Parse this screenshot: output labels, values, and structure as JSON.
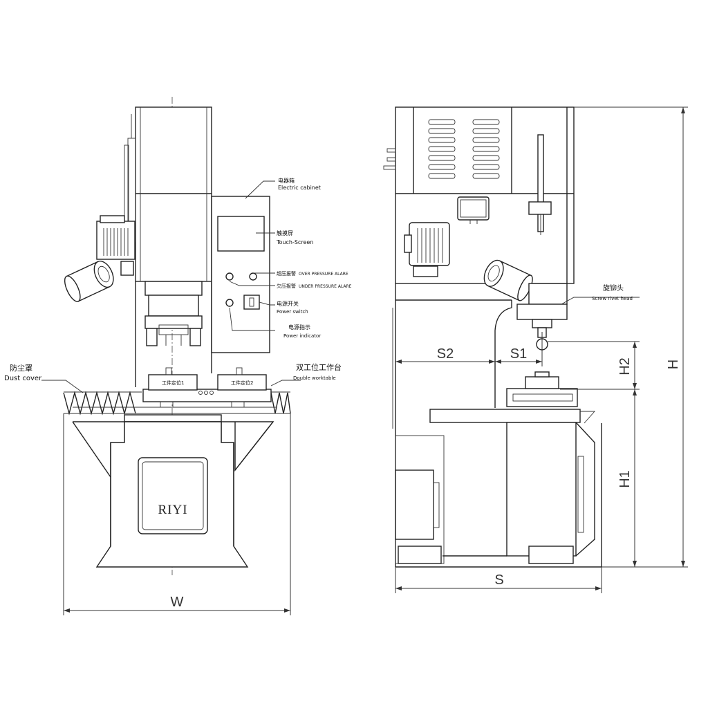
{
  "front_view": {
    "labels": {
      "electric_cabinet_cn": "电器箱",
      "electric_cabinet_en": "Electric cabinet",
      "touch_screen_cn": "触摸屏",
      "touch_screen_en": "Touch-Screen",
      "over_pressure_cn": "超压报警",
      "over_pressure_en": "OVER PRESSURE ALARE",
      "under_pressure_cn": "欠压报警",
      "under_pressure_en": "UNDER PRESSURE ALARE",
      "power_switch_cn": "电源开关",
      "power_switch_en": "Power switch",
      "power_indicator_cn": "电源指示",
      "power_indicator_en": "Power indicator",
      "dust_cover_cn": "防尘罩",
      "dust_cover_en": "Dust cover",
      "double_worktable_cn": "双工位工作台",
      "double_worktable_en": "Double worktable",
      "station_1": "工件定位1",
      "station_2": "工件定位2",
      "brand": "RIYI"
    },
    "dimensions": {
      "width": "W"
    }
  },
  "side_view": {
    "labels": {
      "screw_rivet_head_cn": "旋铆头",
      "screw_rivet_head_en": "Screw rivet head"
    },
    "dimensions": {
      "s1": "S1",
      "s2": "S2",
      "s": "S",
      "h": "H",
      "h1": "H1",
      "h2": "H2"
    }
  }
}
